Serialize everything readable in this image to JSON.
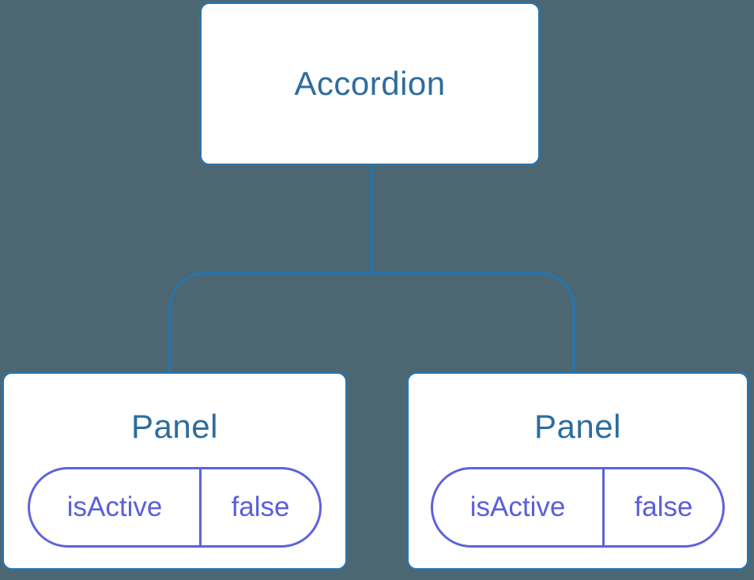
{
  "theme": {
    "bg_color": "#4C6771",
    "line_color": "#2E72A4",
    "node_text_color": "#2D6D9D",
    "prop_color": "#5E63D9",
    "prop_text_color": "#5B5FD8"
  },
  "tree": {
    "root": {
      "label": "Accordion"
    },
    "children": [
      {
        "label": "Panel",
        "props": [
          {
            "name": "isActive",
            "value": "false"
          }
        ]
      },
      {
        "label": "Panel",
        "props": [
          {
            "name": "isActive",
            "value": "false"
          }
        ]
      }
    ]
  }
}
